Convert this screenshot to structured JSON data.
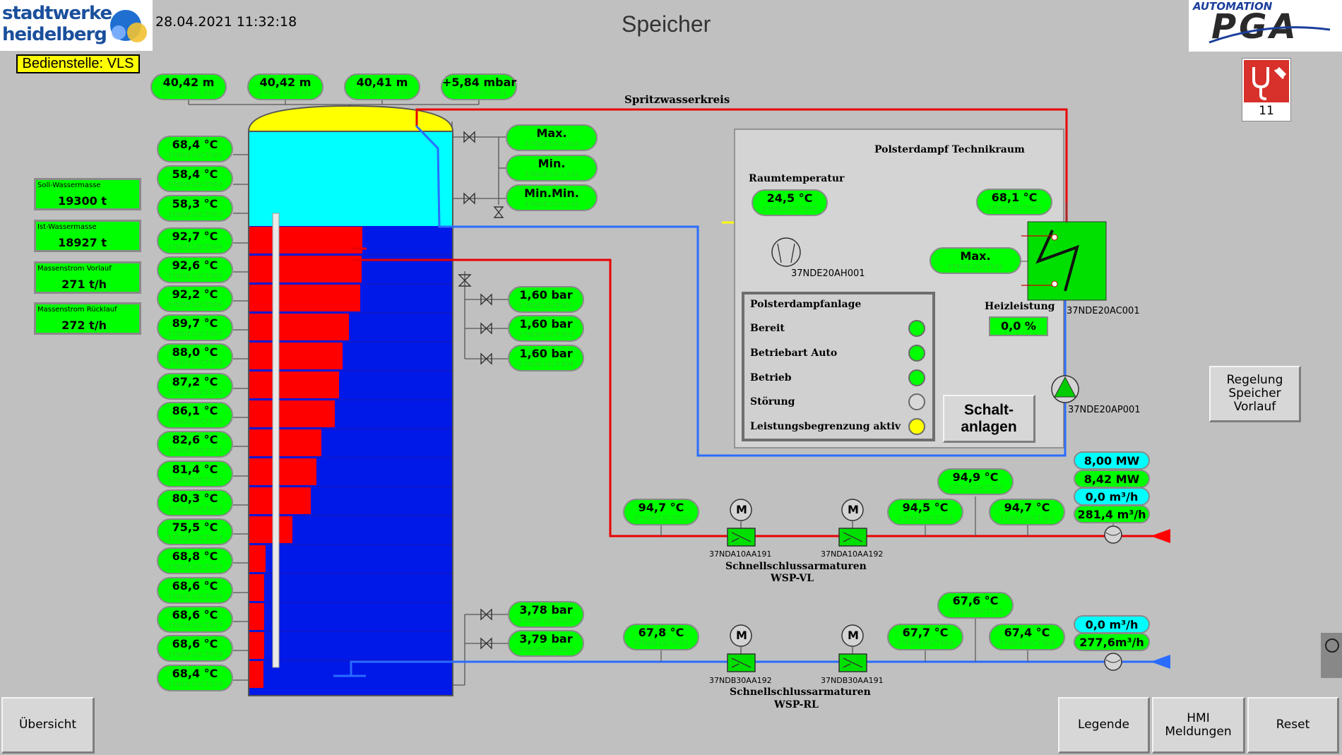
{
  "header": {
    "logo_line1": "stadtwerke",
    "logo_line2": "heidelberg",
    "datetime": "28.04.2021 11:32:18",
    "title": "Speicher",
    "operator": "Bedienstelle: VLS",
    "pga_top": "AUTOMATION",
    "pga_main": "PGA",
    "maint_count": "11"
  },
  "top_tags": [
    {
      "value": "40,42 m",
      "id": "37NDE10CL301"
    },
    {
      "value": "40,42 m",
      "id": "37NDE10CL302"
    },
    {
      "value": "40,41 m",
      "id": "37NDE10CL303"
    },
    {
      "value": "+5,84 mbar",
      "id": "37NDE10CP001"
    }
  ],
  "temp_tags": [
    {
      "value": "68,4 °C",
      "id": "37NDE10CT001"
    },
    {
      "value": "58,4 °C",
      "id": "37NDE10CT002"
    },
    {
      "value": "58,3 °C",
      "id": "37NDE10CT003"
    },
    {
      "value": "92,7 °C",
      "id": "37NDE10CT004"
    },
    {
      "value": "92,6 °C",
      "id": "37NDE10CT005"
    },
    {
      "value": "92,2 °C",
      "id": "37NDE10CT006"
    },
    {
      "value": "89,7 °C",
      "id": "37NDE10CT007"
    },
    {
      "value": "88,0 °C",
      "id": "37NDE10CT008"
    },
    {
      "value": "87,2 °C",
      "id": "37NDE10CT009"
    },
    {
      "value": "86,1 °C",
      "id": "37NDE10CT010"
    },
    {
      "value": "82,6 °C",
      "id": "37NDE10CT011"
    },
    {
      "value": "81,4 °C",
      "id": "37NDE10CT012"
    },
    {
      "value": "80,3 °C",
      "id": "37NDE10CT013"
    },
    {
      "value": "75,5 °C",
      "id": "37NDE10CT014"
    },
    {
      "value": "68,8 °C",
      "id": "37NDE10CT015"
    },
    {
      "value": "68,6 °C",
      "id": "37NDE10CT016"
    },
    {
      "value": "68,6 °C",
      "id": "37NDE10CT017"
    },
    {
      "value": "68,6 °C",
      "id": "37NDE10CT018"
    },
    {
      "value": "68,4 °C",
      "id": "37NDE10CT019"
    }
  ],
  "side_boxes": [
    {
      "label": "Soll-Wassermasse",
      "value": "19300 t"
    },
    {
      "label": "Ist-Wassermasse",
      "value": "18927 t"
    },
    {
      "label": "Massenstrom Vorlauf",
      "value": "271 t/h"
    },
    {
      "label": "Massenstrom Rücklauf",
      "value": "272 t/h"
    }
  ],
  "level_tags": [
    {
      "value": "Max.",
      "id": "37NDE10CL304"
    },
    {
      "value": "Min.",
      "id": "37NDE10CL101"
    },
    {
      "value": "Min.Min.",
      "id": "37NDE10CL102"
    }
  ],
  "pressure_tags_upper": [
    {
      "value": "1,60 bar",
      "id": "37NDE10CP302"
    },
    {
      "value": "1,60 bar",
      "id": "37NDE10CP303"
    },
    {
      "value": "1,60 bar",
      "id": "37NDE10CP304"
    }
  ],
  "pressure_tags_lower": [
    {
      "value": "3,78 bar",
      "id": "37NDE10CP002"
    },
    {
      "value": "3,79 bar",
      "id": "37NDE10CP003"
    }
  ],
  "spritzwasser_label": "Spritzwasserkreis",
  "polster": {
    "title": "Polsterdampf Technikraum",
    "raum_label": "Raumtemperatur",
    "raum_tag": {
      "value": "24,5 °C",
      "id": "37NDE20CT002"
    },
    "t1_tag": {
      "value": "68,1 °C",
      "id": "37NDE20CT001"
    },
    "max_tag": {
      "value": "Max.",
      "id": "37NDE20CT101"
    },
    "fan_id": "37NDE20AH001",
    "heater_id": "37NDE20AC001",
    "pump_id": "37NDE20AP001",
    "heiz_label": "Heizleistung",
    "heiz_value": "0,0 %",
    "panel_title": "Polsterdampfanlage",
    "status": [
      {
        "label": "Bereit",
        "color": "#00ff00"
      },
      {
        "label": "Betriebart Auto",
        "color": "#00ff00"
      },
      {
        "label": "Betrieb",
        "color": "#00ff00"
      },
      {
        "label": "Störung",
        "color": "#d8d8d8"
      },
      {
        "label": "Leistungsbegrenzung aktiv",
        "color": "#ffff00"
      }
    ],
    "schalt_label": "Schalt-\nanlagen"
  },
  "vl": {
    "tag_left": {
      "value": "94,7 °C",
      "id": "37NDE10CT020"
    },
    "tag_a": {
      "value": "94,5 °C",
      "id": "37NDA10CT303"
    },
    "tag_b": {
      "value": "94,9 °C",
      "id": "37NDA10CT302"
    },
    "tag_c": {
      "value": "94,7 °C",
      "id": "37NDA10CT301"
    },
    "valve1": "37NDA10AA191",
    "valve2": "37NDA10AA192",
    "valves_label": "Schnellschlussarmaturen",
    "valves_sub": "WSP-VL",
    "flows": [
      "8,00 MW",
      "8,42 MW",
      "0,0 m³/h",
      "281,4 m³/h"
    ]
  },
  "rl": {
    "tag_left": {
      "value": "67,8 °C",
      "id": "37NDE10CT021"
    },
    "tag_a": {
      "value": "67,7 °C",
      "id": "37NDB30CT304"
    },
    "tag_b": {
      "value": "67,6 °C",
      "id": "37NDB30CT305"
    },
    "tag_c": {
      "value": "67,4 °C",
      "id": "37NDB30CT306"
    },
    "valve1": "37NDB30AA192",
    "valve2": "37NDB30AA191",
    "valves_label": "Schnellschlussarmaturen",
    "valves_sub": "WSP-RL",
    "flows": [
      "0,0 m³/h",
      "277,6m³/h"
    ]
  },
  "motor_letter": "M",
  "buttons": {
    "regelung": "Regelung\nSpeicher\nVorlauf",
    "uebersicht": "Übersicht",
    "legende": "Legende",
    "hmi": "HMI\nMeldungen",
    "reset": "Reset"
  },
  "colors": {
    "background": "#c0c0c0",
    "tag_green": "#00ff00",
    "water_cyan": "#00ffff",
    "cold_blue": "#0018e8",
    "hot_red": "#ff0000",
    "steam_yellow": "#ffff00",
    "pipe_red": "#e80000",
    "pipe_blue": "#2a6cff"
  }
}
